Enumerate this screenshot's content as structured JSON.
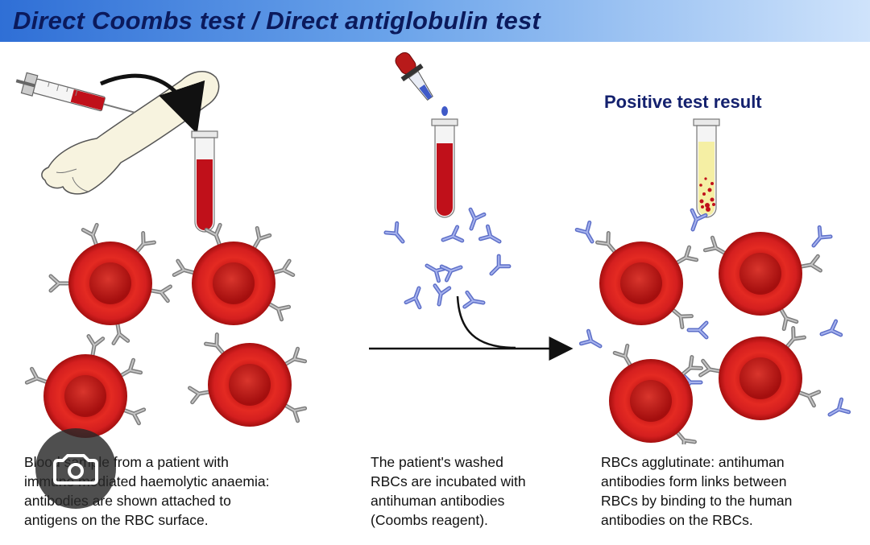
{
  "title": "Direct Coombs test / Direct antiglobulin test",
  "positive_label": "Positive test result",
  "captions": {
    "step1": [
      "Blood sample from a patient with",
      "immune mediated haemolytic anaemia:",
      "antibodies are shown attached to",
      "antigens on the RBC surface."
    ],
    "step2": [
      "The patient's washed",
      "RBCs are incubated with",
      "antihuman antibodies",
      "(Coombs reagent)."
    ],
    "step3": [
      "RBCs agglutinate: antihuman",
      "antibodies form links between",
      "RBCs by binding to the human",
      "antibodies on the RBCs."
    ]
  },
  "icons": {
    "syringe": "syringe-icon",
    "arm": "arm-icon",
    "tube": "test-tube-icon",
    "dropper": "dropper-icon",
    "rbc": "red-blood-cell-icon",
    "antibody": "antibody-icon",
    "camera": "camera-icon"
  },
  "colors": {
    "title_bar": "#2f6fd6",
    "title_text": "#0b1a5c",
    "rbc_red": "#d41f1f",
    "human_antibody": "#8a8a8a",
    "antihuman_antibody": "#6b7fd6",
    "blood": "#c0101a"
  }
}
